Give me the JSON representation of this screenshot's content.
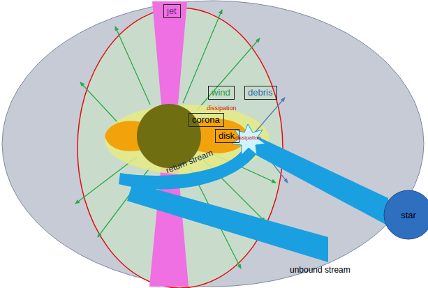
{
  "diagram": {
    "nodes": [
      {
        "text": [
          "jet"
        ]
      },
      {
        "text": [
          "wind"
        ]
      },
      {
        "text": [
          "debris"
        ]
      },
      {
        "text": [
          "corona"
        ]
      },
      {
        "text": [
          "disk"
        ]
      },
      {
        "text": [
          "star"
        ]
      }
    ],
    "labels": [
      "dissipation",
      "dissipation",
      "return stream",
      "unbound stream"
    ]
  }
}
